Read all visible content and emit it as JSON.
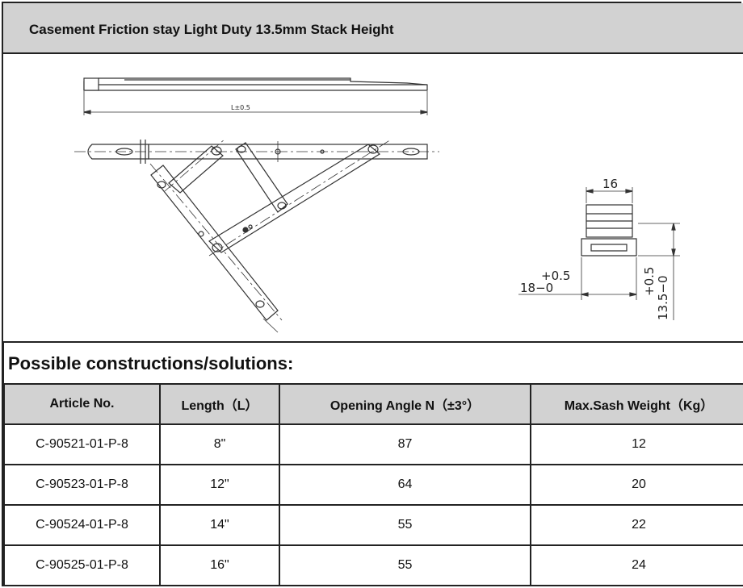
{
  "title": "Casement Friction stay Light Duty 13.5mm Stack Height",
  "drawing": {
    "length_label": "L±0.5",
    "width_label": "16",
    "base_label_top": "+0.5",
    "base_label_bottom": "18−0",
    "stack_label_top": "+0.5",
    "stack_label_bottom": "13.5−0"
  },
  "section_heading": "Possible constructions/solutions:",
  "table": {
    "headers": [
      "Article No.",
      "Length（L）",
      "Opening Angle N（±3°）",
      "Max.Sash Weight（Kg）"
    ],
    "rows": [
      [
        "C-90521-01-P-8",
        "8\"",
        "87",
        "12"
      ],
      [
        "C-90523-01-P-8",
        "12\"",
        "64",
        "20"
      ],
      [
        "C-90524-01-P-8",
        "14\"",
        "55",
        "22"
      ],
      [
        "C-90525-01-P-8",
        "16\"",
        "55",
        "24"
      ]
    ]
  }
}
